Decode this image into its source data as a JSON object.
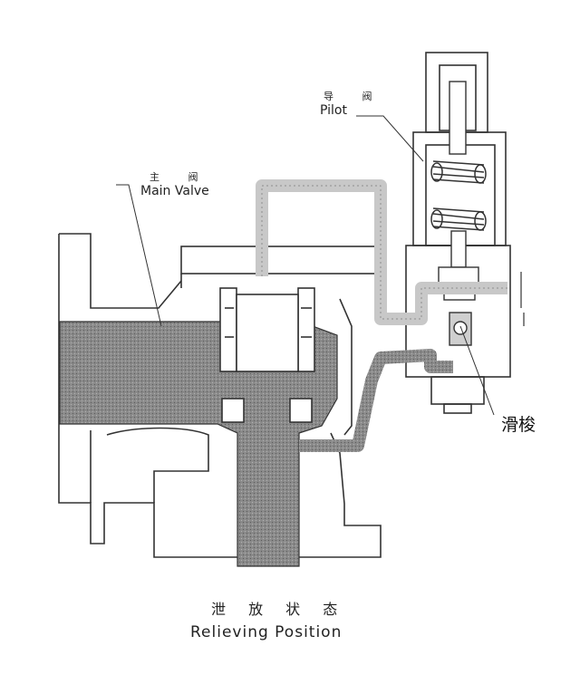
{
  "labels": {
    "main_valve_cn": "主 阀",
    "main_valve_en": "Main Valve",
    "pilot_cn": "导 阀",
    "pilot_en": "Pilot",
    "slide_cn": "滑梭"
  },
  "caption": {
    "cn": "泄 放 状 态",
    "en": "Relieving Position"
  }
}
